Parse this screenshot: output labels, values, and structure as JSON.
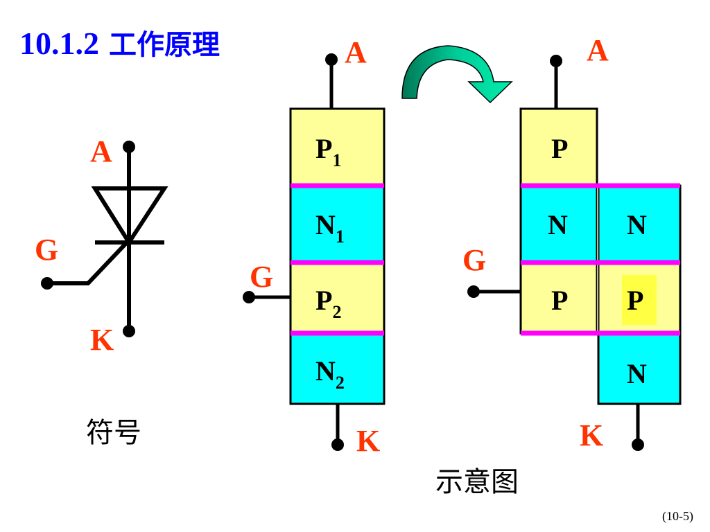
{
  "slide": {
    "title_number": "10.1.2",
    "title_text": "工作原理",
    "symbol_caption": "符号",
    "diagram_caption": "示意图",
    "page_number": "(10-5)"
  },
  "symbol": {
    "anode_label": "A",
    "gate_label": "G",
    "cathode_label": "K"
  },
  "structure": {
    "anode_label": "A",
    "gate_label": "G",
    "cathode_label": "K",
    "layers": [
      {
        "letter": "P",
        "sub": "1"
      },
      {
        "letter": "N",
        "sub": "1"
      },
      {
        "letter": "P",
        "sub": "2"
      },
      {
        "letter": "N",
        "sub": "2"
      }
    ]
  },
  "split": {
    "anode_label": "A",
    "gate_label": "G",
    "cathode_label": "K",
    "left_layers": [
      "P",
      "N",
      "P"
    ],
    "right_layers": [
      "N",
      "P",
      "N"
    ]
  },
  "colors": {
    "title": "#0000ff",
    "terminal_label": "#ff3300",
    "p_layer": "#ffff99",
    "n_layer": "#00ffff",
    "junction": "#ff00ff",
    "arrow": "#00cc99",
    "highlight": "#ffff44"
  }
}
